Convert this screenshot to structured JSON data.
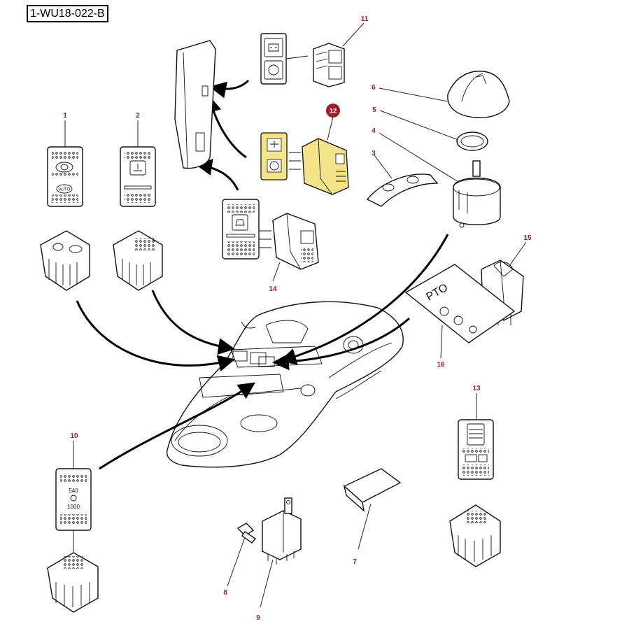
{
  "reference": "1-WU18-022-B",
  "callouts": [
    {
      "id": "c1",
      "label": "1"
    },
    {
      "id": "c2",
      "label": "2"
    },
    {
      "id": "c3",
      "label": "3"
    },
    {
      "id": "c4",
      "label": "4"
    },
    {
      "id": "c5",
      "label": "5"
    },
    {
      "id": "c6",
      "label": "6"
    },
    {
      "id": "c7",
      "label": "7"
    },
    {
      "id": "c8",
      "label": "8"
    },
    {
      "id": "c9",
      "label": "9"
    },
    {
      "id": "c10",
      "label": "10"
    },
    {
      "id": "c11",
      "label": "11"
    },
    {
      "id": "c12",
      "label": "12"
    },
    {
      "id": "c13",
      "label": "13"
    },
    {
      "id": "c14",
      "label": "14"
    },
    {
      "id": "c15",
      "label": "15"
    },
    {
      "id": "c16",
      "label": "16"
    }
  ],
  "switch_labels": {
    "auto": "AUTO",
    "pto": "PTO",
    "speed_540": "540",
    "speed_1000": "1000"
  },
  "colors": {
    "callout": "#a01e2a",
    "highlight_fill": "#f3e48a",
    "highlight_badge": "#a01e2a"
  }
}
